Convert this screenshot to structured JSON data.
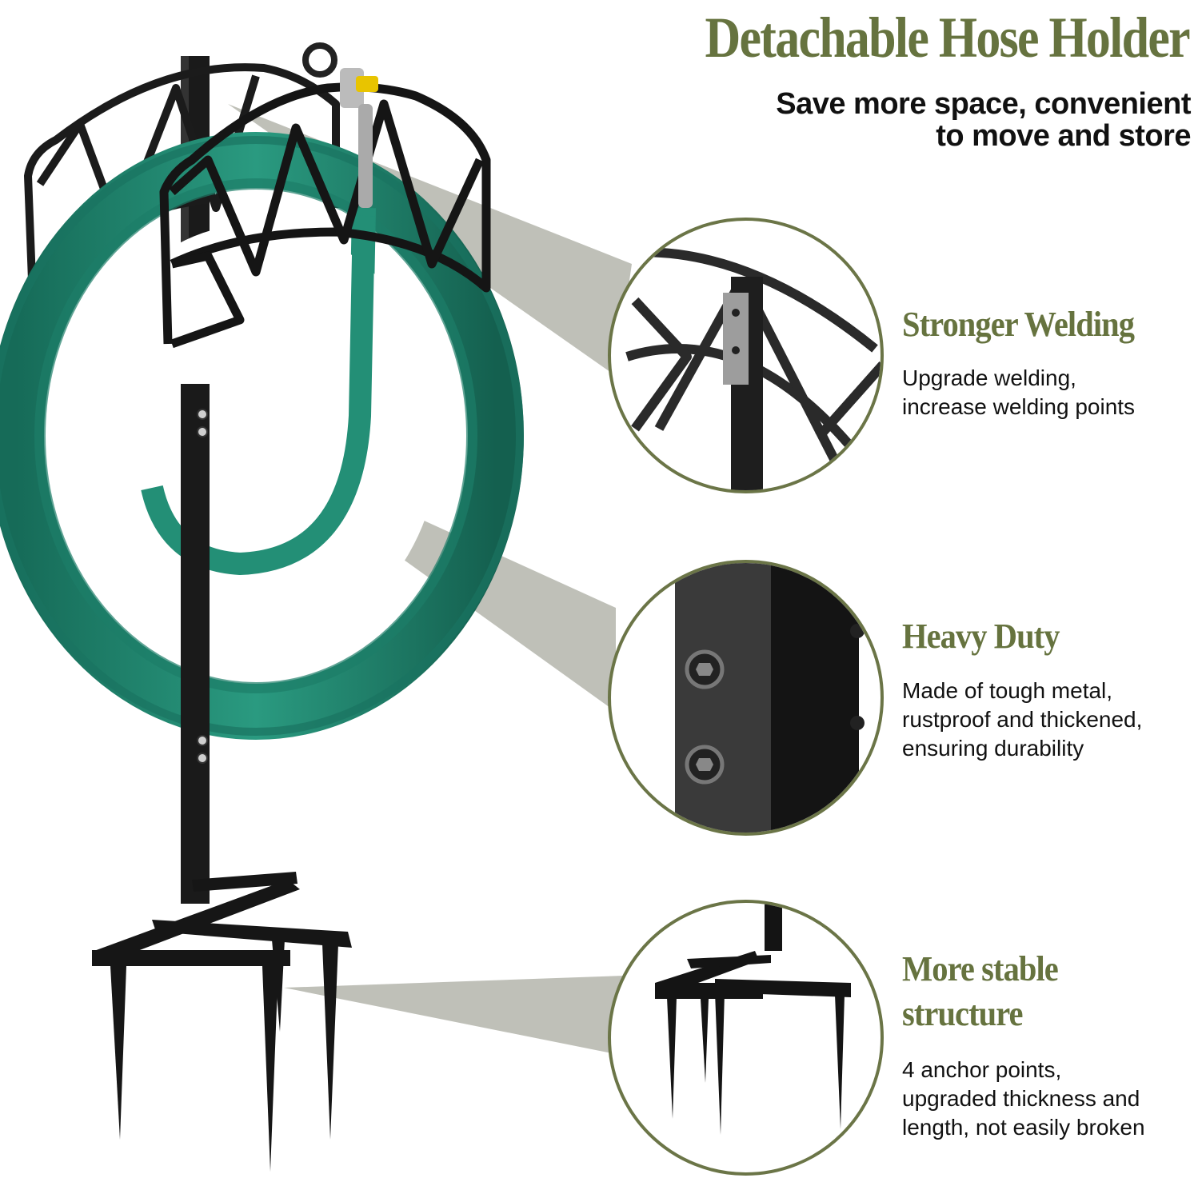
{
  "header": {
    "title": "Detachable Hose Holder",
    "subtitle_line1": "Save more space, convenient",
    "subtitle_line2": "to move and store"
  },
  "features": [
    {
      "heading": "Stronger Welding",
      "desc_lines": [
        "Upgrade welding,",
        "increase welding points"
      ],
      "detail_image": "welded-frame-closeup"
    },
    {
      "heading": "Heavy Duty",
      "desc_lines": [
        "Made of tough metal,",
        "rustproof and thickened,",
        "ensuring durability"
      ],
      "detail_image": "hex-bolt-post-closeup"
    },
    {
      "heading_lines": [
        "More stable",
        "structure"
      ],
      "desc_lines": [
        "4 anchor points,",
        "upgraded thickness and",
        "length, not easily broken"
      ],
      "detail_image": "four-spike-base-closeup"
    }
  ],
  "product": {
    "name": "hose holder stand with green garden hose",
    "hose_color": "#1f7f6a",
    "metal_color": "#1a1a1a"
  },
  "colors": {
    "accent_green": "#66733f",
    "circle_border": "#6b7547",
    "beam": "#a9aba0",
    "text": "#111111",
    "background": "#ffffff"
  }
}
